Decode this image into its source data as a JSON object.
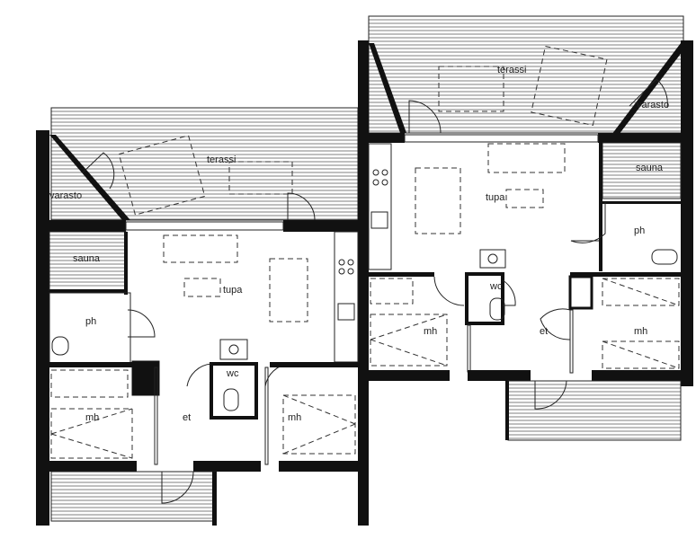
{
  "plan": {
    "left_unit": {
      "terrace": "terassi",
      "storage": "varasto",
      "sauna": "sauna",
      "living": "tupa",
      "bathroom": "ph",
      "toilet": "wc",
      "bedroom_1": "mh",
      "hall": "et",
      "bedroom_2": "mh"
    },
    "right_unit": {
      "terrace": "terassi",
      "storage": "varasto",
      "sauna": "sauna",
      "living": "tupa",
      "bathroom": "ph",
      "toilet": "wc",
      "bedroom_1": "mh",
      "hall": "et",
      "bedroom_2": "mh"
    }
  }
}
